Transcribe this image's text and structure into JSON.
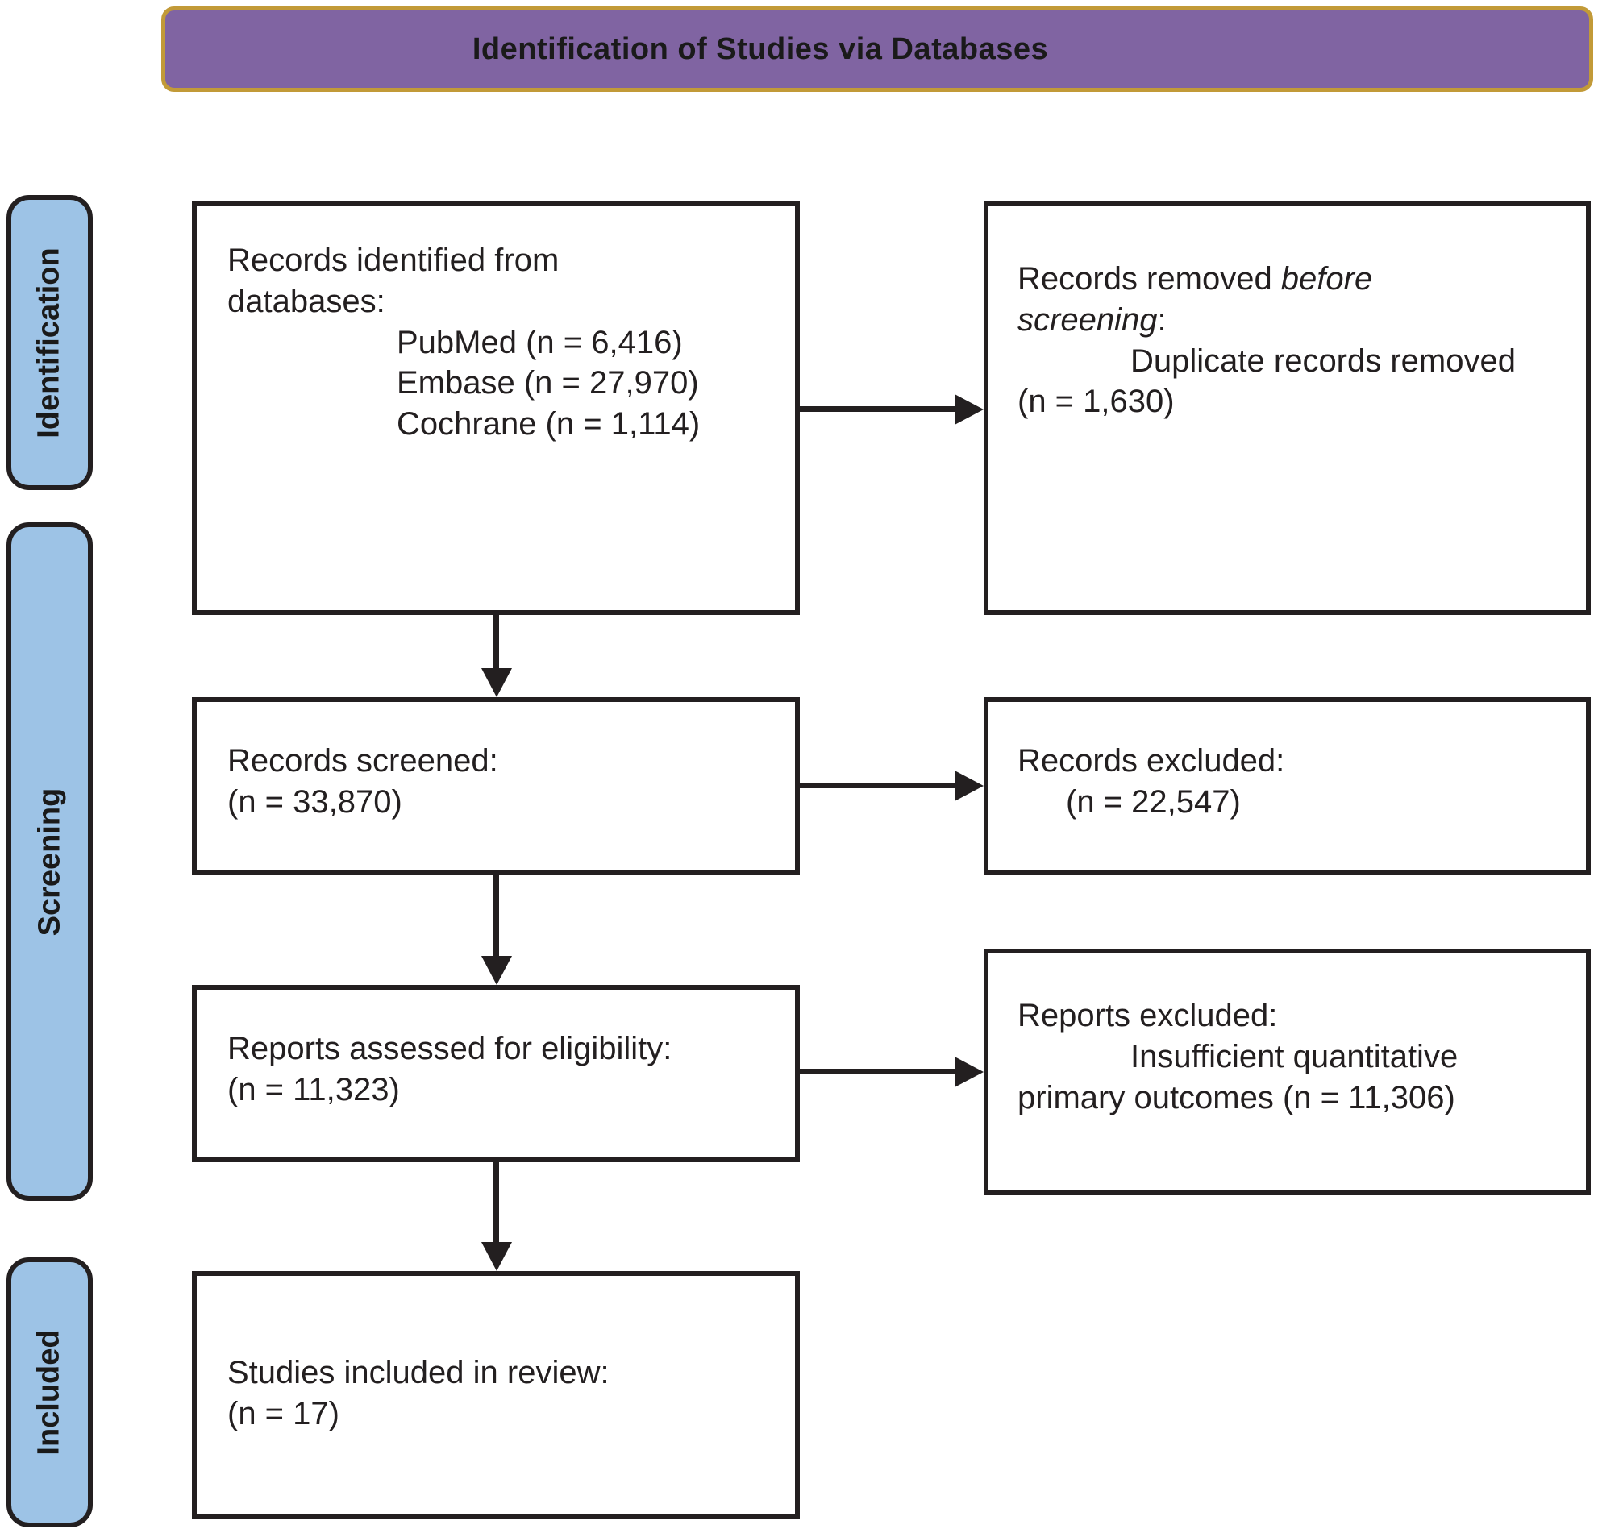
{
  "header": {
    "title": "Identification of Studies via Databases"
  },
  "sidebar": {
    "stages": [
      {
        "label": "Identification"
      },
      {
        "label": "Screening"
      },
      {
        "label": "Included"
      }
    ]
  },
  "colors": {
    "header_fill": "#8064A2",
    "header_border": "#C29A38",
    "stage_fill": "#9DC3E6",
    "line": "#231F20"
  },
  "boxes": {
    "records_identified": {
      "lines": [
        {
          "segments": [
            {
              "t": "Records identified from"
            }
          ]
        },
        {
          "segments": [
            {
              "t": "databases:"
            }
          ]
        },
        {
          "indent": 1,
          "segments": [
            {
              "t": "PubMed (n = 6,416)"
            }
          ]
        },
        {
          "indent": 1,
          "segments": [
            {
              "t": "Embase (n = 27,970)"
            }
          ]
        },
        {
          "indent": 1,
          "segments": [
            {
              "t": "Cochrane (n = 1,114)"
            }
          ]
        }
      ]
    },
    "records_removed": {
      "lines": [
        {
          "segments": [
            {
              "t": "Records removed "
            },
            {
              "t": "before",
              "i": true
            }
          ]
        },
        {
          "segments": [
            {
              "t": "screening",
              "i": true
            },
            {
              "t": ":"
            }
          ]
        },
        {
          "indent": 2,
          "segments": [
            {
              "t": "Duplicate records removed"
            }
          ]
        },
        {
          "segments": [
            {
              "t": "(n = 1,630)"
            }
          ]
        }
      ]
    },
    "records_screened": {
      "lines": [
        {
          "segments": [
            {
              "t": "Records screened:"
            }
          ]
        },
        {
          "segments": [
            {
              "t": "(n = 33,870)"
            }
          ]
        }
      ]
    },
    "records_excluded": {
      "lines": [
        {
          "segments": [
            {
              "t": "Records excluded:"
            }
          ]
        },
        {
          "indent": 3,
          "segments": [
            {
              "t": "(n = 22,547)"
            }
          ]
        }
      ]
    },
    "reports_assessed": {
      "lines": [
        {
          "segments": [
            {
              "t": "Reports assessed for eligibility:"
            }
          ]
        },
        {
          "segments": [
            {
              "t": "(n = 11,323)"
            }
          ]
        }
      ]
    },
    "reports_excluded": {
      "lines": [
        {
          "segments": [
            {
              "t": "Reports excluded:"
            }
          ]
        },
        {
          "indent": 2,
          "segments": [
            {
              "t": "Insufficient quantitative"
            }
          ]
        },
        {
          "segments": [
            {
              "t": "primary outcomes (n = 11,306)"
            }
          ]
        }
      ]
    },
    "studies_included": {
      "lines": [
        {
          "segments": [
            {
              "t": "Studies included in review:"
            }
          ]
        },
        {
          "segments": [
            {
              "t": "(n = 17)"
            }
          ]
        }
      ]
    }
  }
}
